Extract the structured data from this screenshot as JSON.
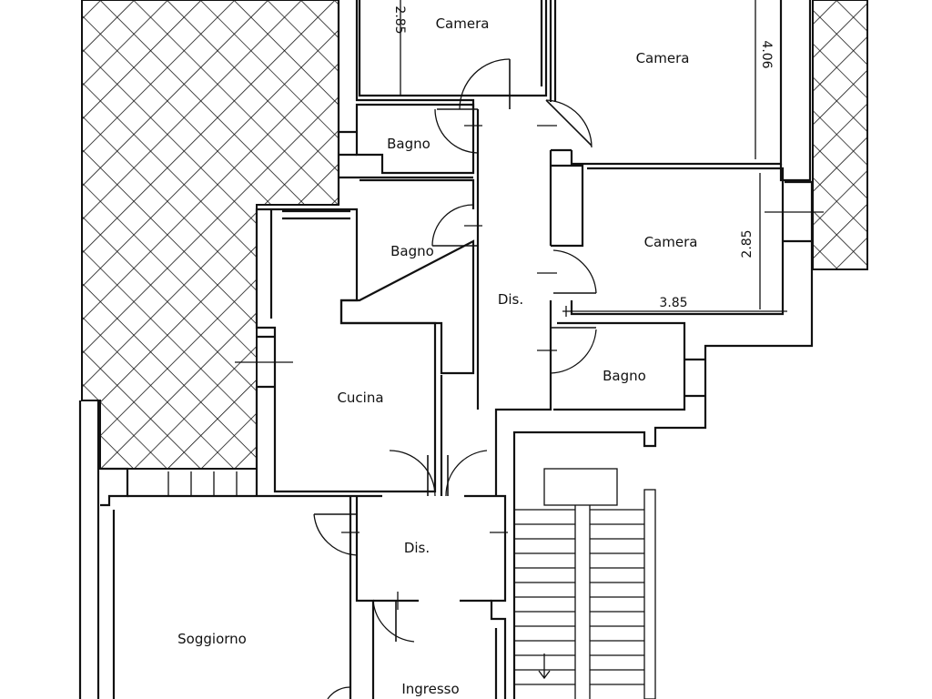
{
  "rooms": {
    "camera_1": "Camera",
    "camera_2": "Camera",
    "camera_3": "Camera",
    "bagno_1": "Bagno",
    "bagno_2": "Bagno",
    "bagno_3": "Bagno",
    "dis_1": "Dis.",
    "dis_2": "Dis.",
    "cucina": "Cucina",
    "soggiorno": "Soggiorno",
    "ingresso": "Ingresso"
  },
  "dimensions": {
    "camera_1_height": "2.85",
    "camera_2_height": "4.06",
    "camera_3_height": "2.85",
    "camera_3_width": "3.85"
  },
  "colors": {
    "ink": "#111111",
    "paper": "#ffffff"
  }
}
